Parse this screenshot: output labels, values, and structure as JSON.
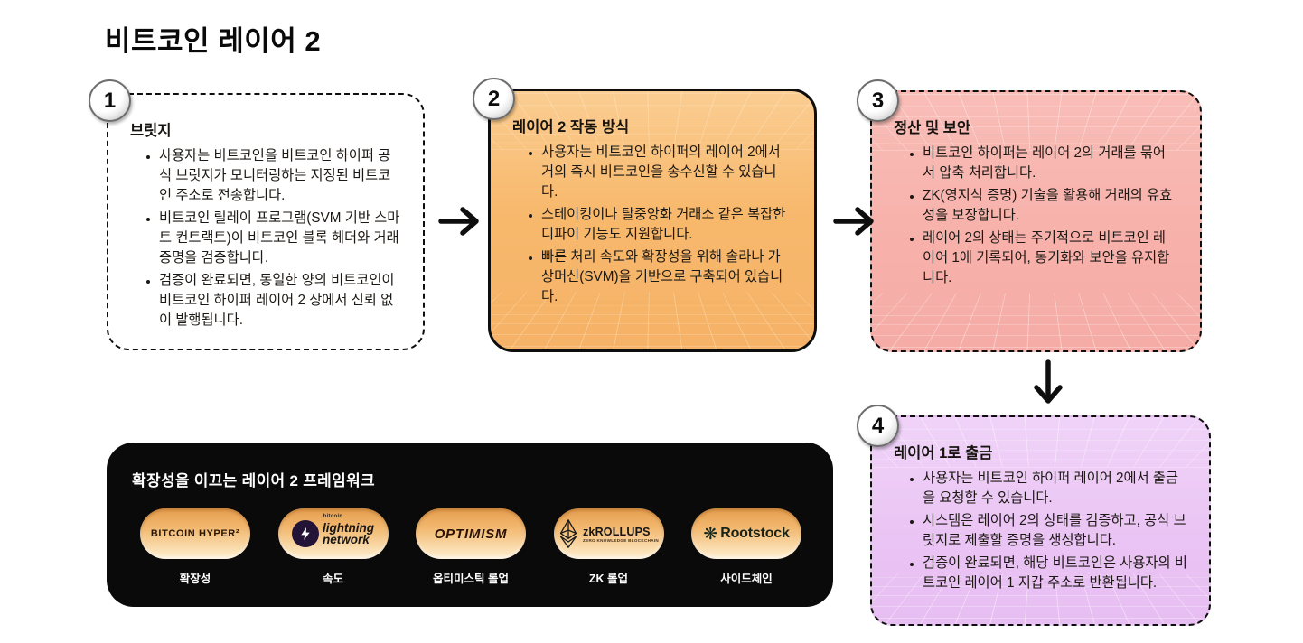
{
  "page": {
    "title": "비트코인 레이어 2"
  },
  "steps": [
    {
      "number": "1",
      "title": "브릿지",
      "bullets": [
        "사용자는 비트코인을 비트코인 하이퍼 공식 브릿지가 모니터링하는 지정된 비트코인 주소로 전송합니다.",
        "비트코인 릴레이 프로그램(SVM 기반 스마트 컨트랙트)이 비트코인 블록 헤더와 거래 증명을 검증합니다.",
        "검증이 완료되면, 동일한 양의 비트코인이 비트코인 하이퍼 레이어 2 상에서 신뢰 없이 발행됩니다."
      ]
    },
    {
      "number": "2",
      "title": "레이어 2 작동 방식",
      "bullets": [
        "사용자는 비트코인 하이퍼의 레이어 2에서 거의 즉시 비트코인을 송수신할 수 있습니다.",
        "스테이킹이나 탈중앙화 거래소 같은 복잡한 디파이 기능도 지원합니다.",
        "빠른 처리 속도와 확장성을 위해 솔라나 가상머신(SVM)을 기반으로 구축되어 있습니다."
      ]
    },
    {
      "number": "3",
      "title": "정산 및 보안",
      "bullets": [
        "비트코인 하이퍼는 레이어 2의 거래를 묶어서 압축 처리합니다.",
        "ZK(영지식 증명) 기술을 활용해 거래의 유효성을 보장합니다.",
        "레이어 2의 상태는 주기적으로 비트코인 레이어 1에 기록되어, 동기화와 보안을 유지합니다."
      ]
    },
    {
      "number": "4",
      "title": "레이어 1로 출금",
      "bullets": [
        "사용자는 비트코인 하이퍼 레이어 2에서 출금을 요청할 수 있습니다.",
        "시스템은 레이어 2의 상태를 검증하고, 공식 브릿지로 제출할 증명을 생성합니다.",
        "검증이 완료되면, 해당 비트코인은 사용자의 비트코인 레이어 1 지갑 주소로 반환됩니다."
      ]
    }
  ],
  "framework": {
    "title": "확장성을 이끄는 레이어 2 프레임워크",
    "items": [
      {
        "logo": "BITCOIN HYPER²",
        "label": "확장성"
      },
      {
        "logo_small": "bitcoin",
        "logo_line1": "lightning",
        "logo_line2": "network",
        "label": "속도"
      },
      {
        "logo": "OPTIMISM",
        "label": "옵티미스틱 롤업"
      },
      {
        "logo": "zkROLLUPS",
        "logo_sub": "ZERO KNOWLEDGE BLOCKCHAIN",
        "label": "ZK 롤업"
      },
      {
        "logo": "Rootstock",
        "label": "사이드체인"
      }
    ]
  },
  "colors": {
    "step2_bg": "#f7b96d",
    "step3_bg": "#f7b0aa",
    "step4_bg": "#eac4f4",
    "panel_bg": "#0a0a0a",
    "pill_gradient_top": "#e49d4e",
    "pill_gradient_bottom": "#fdf0d8",
    "border": "#0e0e0e"
  }
}
